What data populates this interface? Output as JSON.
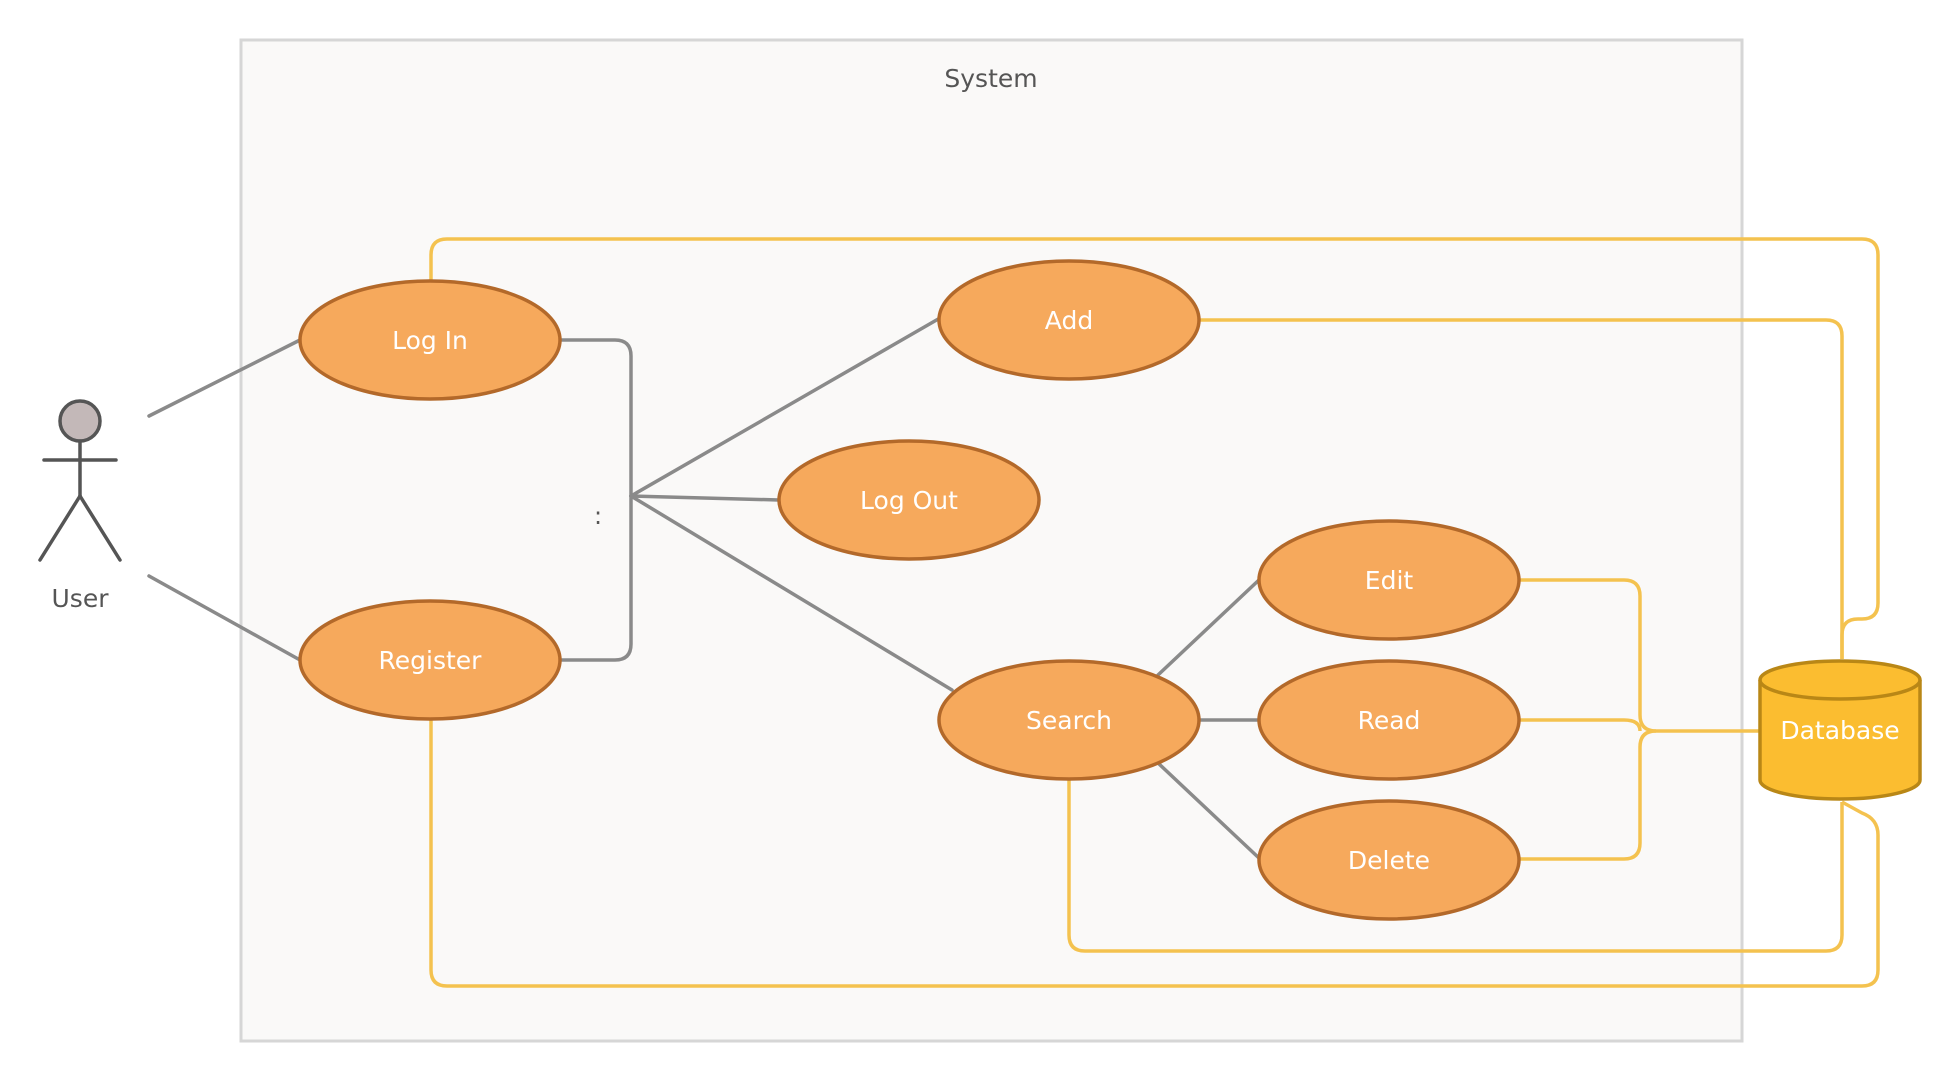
{
  "system": {
    "title": "System"
  },
  "actor": {
    "name": "User"
  },
  "use_cases": {
    "log_in": "Log In",
    "register": "Register",
    "add": "Add",
    "log_out": "Log Out",
    "search": "Search",
    "edit": "Edit",
    "read": "Read",
    "delete": "Delete"
  },
  "database": {
    "label": "Database"
  },
  "junction_note": ":",
  "colors": {
    "use_case_fill": "#F6A95C",
    "use_case_stroke": "#B3692A",
    "db_fill": "#FBBD30",
    "db_stroke": "#B98716",
    "db_connector": "#F4C24F",
    "gray_connector": "#8A8A8A",
    "system_fill": "#FAF9F8",
    "system_stroke": "#D6D6D6",
    "actor_head": "#C3B8B8"
  }
}
